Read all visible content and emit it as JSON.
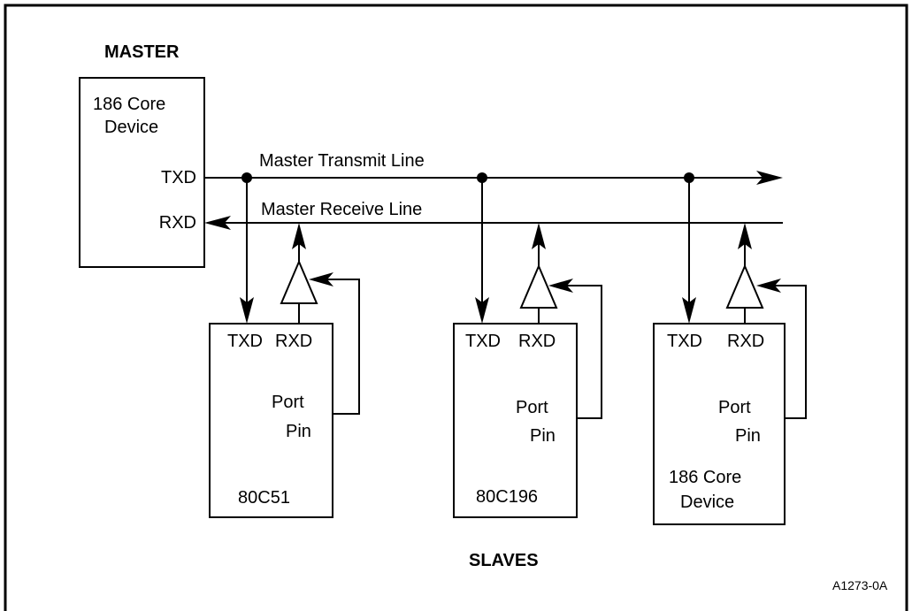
{
  "master": {
    "heading": "MASTER",
    "device_line1": "186 Core",
    "device_line2": "Device",
    "txd": "TXD",
    "rxd": "RXD"
  },
  "lines": {
    "transmit": "Master Transmit Line",
    "receive": "Master Receive Line"
  },
  "slaves": {
    "heading": "SLAVES",
    "items": [
      {
        "txd": "TXD",
        "rxd": "RXD",
        "port1": "Port",
        "port2": "Pin",
        "name1": "80C51",
        "name2": ""
      },
      {
        "txd": "TXD",
        "rxd": "RXD",
        "port1": "Port",
        "port2": "Pin",
        "name1": "80C196",
        "name2": ""
      },
      {
        "txd": "TXD",
        "rxd": "RXD",
        "port1": "Port",
        "port2": "Pin",
        "name1": "186 Core",
        "name2": "Device"
      }
    ]
  },
  "figure_id": "A1273-0A"
}
